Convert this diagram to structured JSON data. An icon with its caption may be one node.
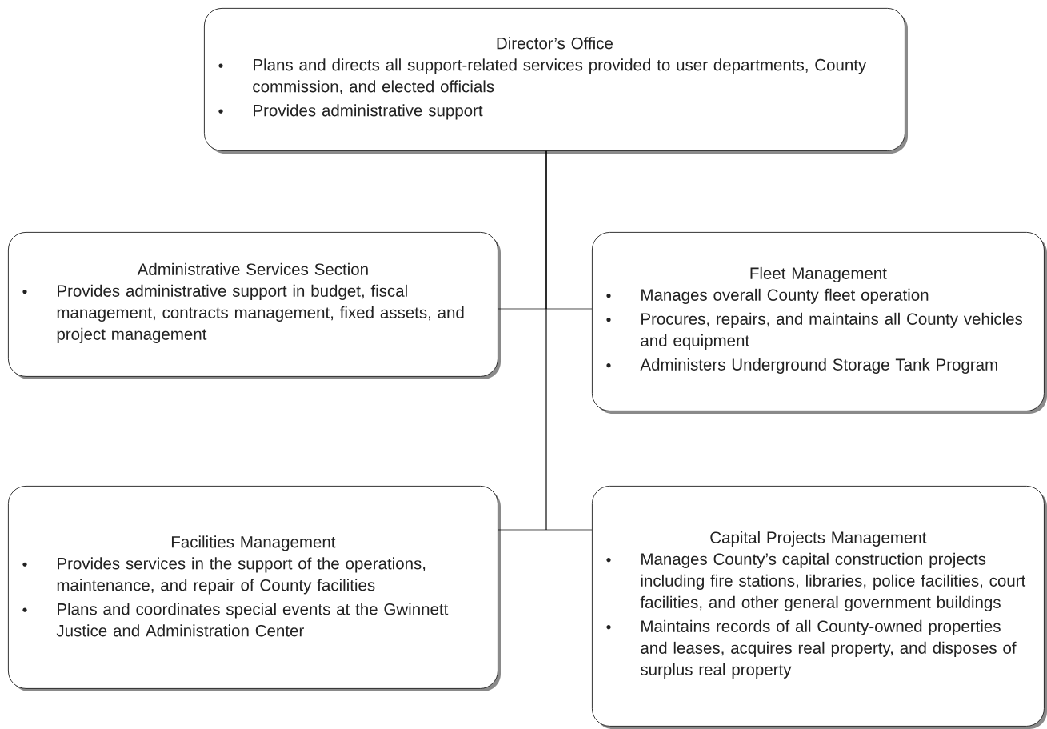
{
  "diagram": {
    "nodes": [
      {
        "text": [
          "Director’s Office",
          "Plans and directs all support-related services provided to user departments, County commission, and elected officials",
          "Provides administrative support"
        ]
      },
      {
        "text": [
          "Administrative Services Section",
          "Provides administrative support in budget, fiscal management, contracts management, fixed assets, and project management"
        ]
      },
      {
        "text": [
          "Fleet Management",
          "Manages overall County fleet operation",
          "Procures, repairs, and maintains all County vehicles and equipment",
          "Administers Underground Storage Tank Program"
        ]
      },
      {
        "text": [
          "Facilities Management",
          "Provides services in the support of the operations, maintenance, and repair of County facilities",
          "Plans and coordinates special events at the Gwinnett Justice and Administration Center"
        ]
      },
      {
        "text": [
          "Capital Projects Management",
          "Manages County’s capital construction projects including fire stations, libraries, police facilities, court facilities, and other general government buildings",
          "Maintains records of all County-owned properties and leases, acquires real property, and disposes of surplus real property"
        ]
      }
    ],
    "edges": [
      {
        "from": 0,
        "to": 1,
        "arrow": "none"
      },
      {
        "from": 0,
        "to": 2,
        "arrow": "none"
      },
      {
        "from": 0,
        "to": 3,
        "arrow": "none"
      },
      {
        "from": 0,
        "to": 4,
        "arrow": "none"
      }
    ]
  }
}
